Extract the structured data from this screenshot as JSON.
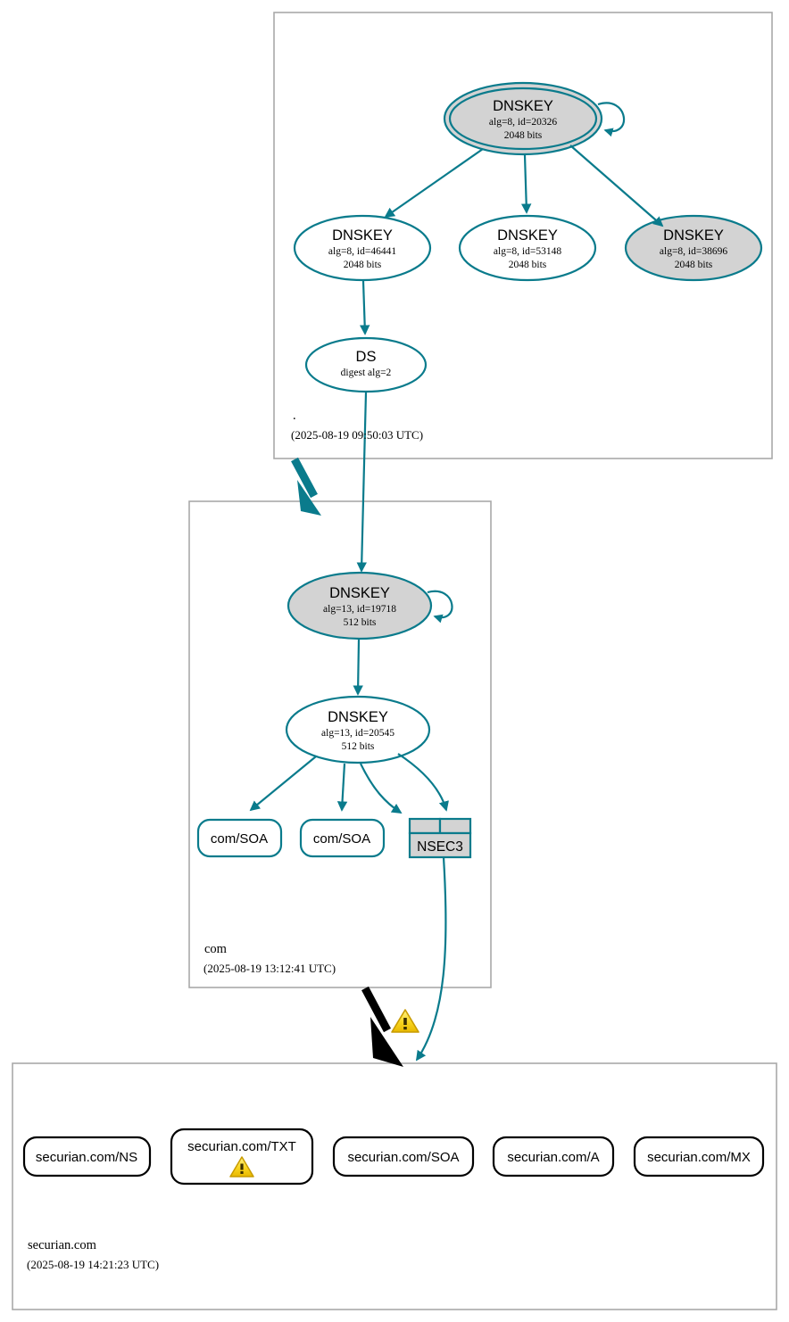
{
  "diagram": {
    "type": "dnssec-authentication-chain",
    "colors": {
      "secure_teal": "#0a7b8c",
      "insecure_black": "#000000",
      "ksk_fill": "#d3d3d3",
      "zsk_fill": "#ffffff",
      "zone_border": "#a9a9a9",
      "warning_yellow": "#f7d117"
    },
    "zones": [
      {
        "id": "root",
        "name": ".",
        "timestamp": "(2025-08-19 09:50:03 UTC)",
        "nodes": [
          {
            "id": "root-ksk-20326",
            "kind": "DNSKEY",
            "title": "DNSKEY",
            "params": "alg=8, id=20326",
            "size": "2048 bits",
            "fill": "gray",
            "double_border": true,
            "self_signed": true
          },
          {
            "id": "root-zsk-46441",
            "kind": "DNSKEY",
            "title": "DNSKEY",
            "params": "alg=8, id=46441",
            "size": "2048 bits",
            "fill": "white",
            "double_border": false,
            "self_signed": false
          },
          {
            "id": "root-zsk-53148",
            "kind": "DNSKEY",
            "title": "DNSKEY",
            "params": "alg=8, id=53148",
            "size": "2048 bits",
            "fill": "white",
            "double_border": false,
            "self_signed": false
          },
          {
            "id": "root-ksk-38696",
            "kind": "DNSKEY",
            "title": "DNSKEY",
            "params": "alg=8, id=38696",
            "size": "2048 bits",
            "fill": "gray",
            "double_border": false,
            "self_signed": false
          },
          {
            "id": "root-ds",
            "kind": "DS",
            "title": "DS",
            "params": "digest alg=2",
            "size": "",
            "fill": "white",
            "double_border": false,
            "self_signed": false
          }
        ]
      },
      {
        "id": "com",
        "name": "com",
        "timestamp": "(2025-08-19 13:12:41 UTC)",
        "nodes": [
          {
            "id": "com-ksk-19718",
            "kind": "DNSKEY",
            "title": "DNSKEY",
            "params": "alg=13, id=19718",
            "size": "512 bits",
            "fill": "gray",
            "double_border": false,
            "self_signed": true
          },
          {
            "id": "com-zsk-20545",
            "kind": "DNSKEY",
            "title": "DNSKEY",
            "params": "alg=13, id=20545",
            "size": "512 bits",
            "fill": "white",
            "double_border": false,
            "self_signed": false
          }
        ],
        "rrsets": [
          {
            "id": "com-soa-1",
            "label": "com/SOA",
            "style": "teal",
            "warning": false
          },
          {
            "id": "com-soa-2",
            "label": "com/SOA",
            "style": "teal",
            "warning": false
          },
          {
            "id": "com-nsec3",
            "label": "NSEC3",
            "style": "nsec3",
            "warning": false
          }
        ]
      },
      {
        "id": "securian",
        "name": "securian.com",
        "timestamp": "(2025-08-19 14:21:23 UTC)",
        "nodes": [],
        "rrsets": [
          {
            "id": "sec-ns",
            "label": "securian.com/NS",
            "style": "black",
            "warning": false
          },
          {
            "id": "sec-txt",
            "label": "securian.com/TXT",
            "style": "black",
            "warning": true
          },
          {
            "id": "sec-soa",
            "label": "securian.com/SOA",
            "style": "black",
            "warning": false
          },
          {
            "id": "sec-a",
            "label": "securian.com/A",
            "style": "black",
            "warning": false
          },
          {
            "id": "sec-mx",
            "label": "securian.com/MX",
            "style": "black",
            "warning": false
          }
        ]
      }
    ],
    "delegations": [
      {
        "id": "root-to-com",
        "from": ".",
        "to": "com",
        "status": "secure"
      },
      {
        "id": "com-to-securian",
        "from": "com",
        "to": "securian.com",
        "status": "insecure",
        "warning": true
      }
    ]
  }
}
